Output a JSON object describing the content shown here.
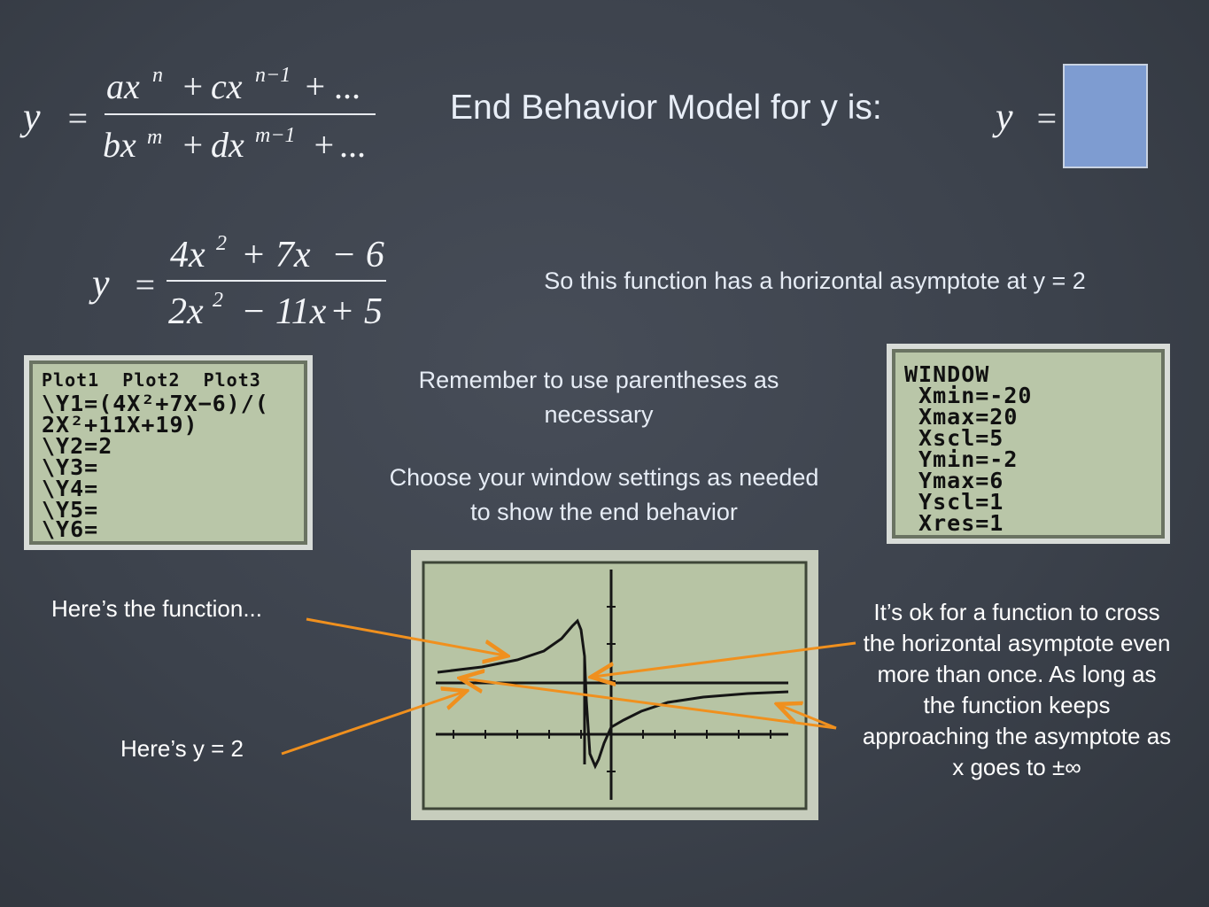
{
  "general_equation": {
    "y": "y",
    "equals": "=",
    "num_a": "ax",
    "num_n": "n",
    "num_plus1": "+",
    "num_c": "cx",
    "num_n1": "n−1",
    "num_plus2": "+",
    "num_dots": "...",
    "den_b": "bx",
    "den_m": "m",
    "den_plus1": "+",
    "den_d": "dx",
    "den_m1": "m−1",
    "den_plus2": "+",
    "den_dots": "..."
  },
  "ebm": {
    "label": "End Behavior Model for y is:",
    "y": "y",
    "equals": "="
  },
  "example_equation": {
    "y": "y",
    "equals": "=",
    "n1": "4x",
    "n1e": "2",
    "n2": "+ 7x",
    "n3": "− 6",
    "d1": "2x",
    "d1e": "2",
    "d2": "− 11x",
    "d3": "+ 5"
  },
  "asymptote_note": "So this function has a horizontal asymptote at y = 2",
  "parentheses_note": [
    "Remember to use parentheses as",
    "necessary"
  ],
  "window_note": [
    "Choose your window settings as needed",
    "to show the end behavior"
  ],
  "y_editor": {
    "header": "Plot1  Plot2  Plot3",
    "lines": [
      "\\Y1=(4X²+7X−6)/(",
      "2X²+11X+19)",
      "\\Y2=2",
      "\\Y3=",
      "\\Y4=",
      "\\Y5=",
      "\\Y6="
    ]
  },
  "window_screen": {
    "lines": [
      "WINDOW",
      " Xmin=-20",
      " Xmax=20",
      " Xscl=5",
      " Ymin=-2",
      " Ymax=6",
      " Yscl=1",
      " Xres=1"
    ]
  },
  "function_label": "Here’s the function...",
  "y2_label": "Here’s y = 2",
  "cross_note": [
    "It’s ok for a function to cross",
    "the horizontal asymptote even",
    "more than once.  As long as",
    "the function keeps",
    "approaching the asymptote as",
    "x goes to ±∞"
  ],
  "colors": {
    "arrow": "#f0901e",
    "lcd": "#b9c6a8",
    "answer_box": "#7e9cd1"
  }
}
